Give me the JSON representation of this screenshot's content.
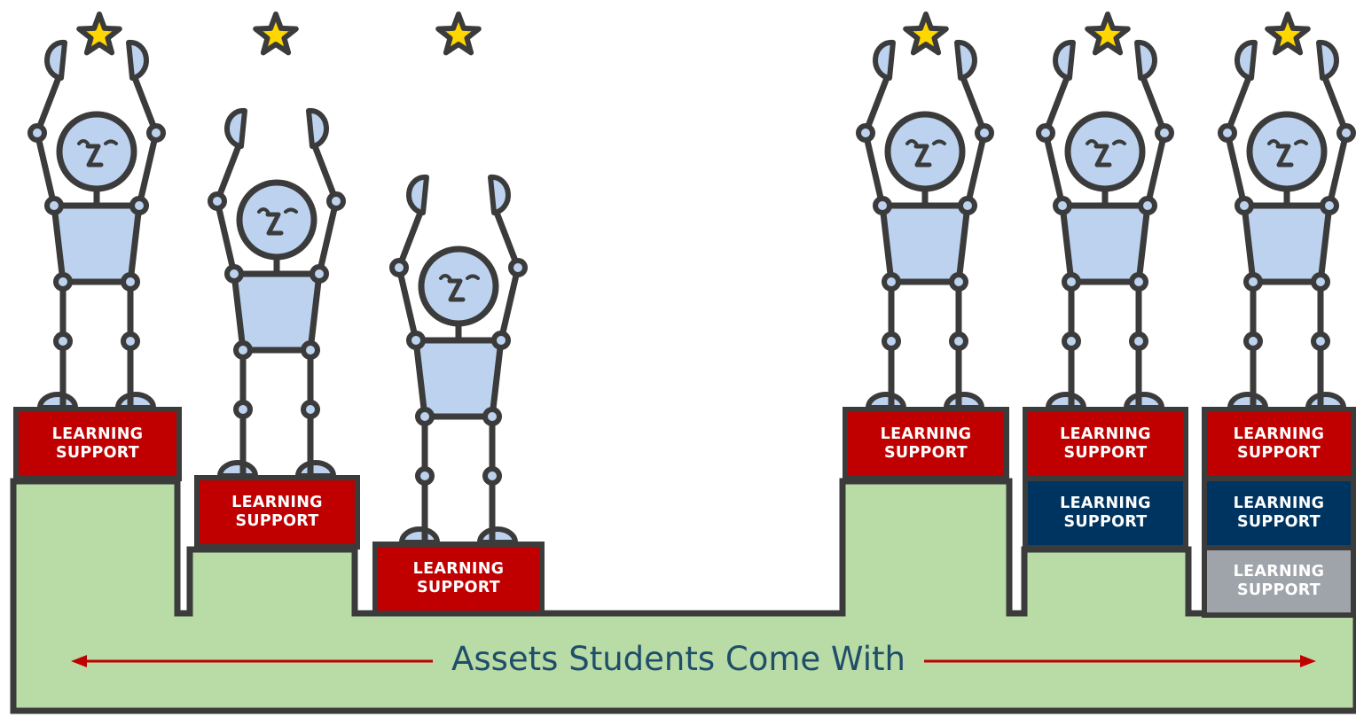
{
  "caption": "Assets Students Come With",
  "colors": {
    "ground": "#b9dba5",
    "outline": "#3b3b3b",
    "figure": "#bcd2ee",
    "star": "#ffd700",
    "arrow": "#c00000",
    "block_red": "#c00000",
    "block_navy": "#003460",
    "block_gray": "#9fa4aa"
  },
  "blocks": [
    {
      "line1": "LEARNING",
      "line2": "SUPPORT",
      "color": "block_red"
    },
    {
      "line1": "LEARNING",
      "line2": "SUPPORT",
      "color": "block_red"
    },
    {
      "line1": "LEARNING",
      "line2": "SUPPORT",
      "color": "block_red"
    },
    {
      "line1": "LEARNING",
      "line2": "SUPPORT",
      "color": "block_red"
    },
    {
      "line1": "LEARNING",
      "line2": "SUPPORT",
      "color": "block_red"
    },
    {
      "line1": "LEARNING",
      "line2": "SUPPORT",
      "color": "block_navy"
    },
    {
      "line1": "LEARNING",
      "line2": "SUPPORT",
      "color": "block_red"
    },
    {
      "line1": "LEARNING",
      "line2": "SUPPORT",
      "color": "block_navy"
    },
    {
      "line1": "LEARNING",
      "line2": "SUPPORT",
      "color": "block_gray"
    }
  ],
  "icons": {
    "figure": "student-figure-icon",
    "star": "star-icon",
    "arrow": "double-arrow-icon"
  }
}
